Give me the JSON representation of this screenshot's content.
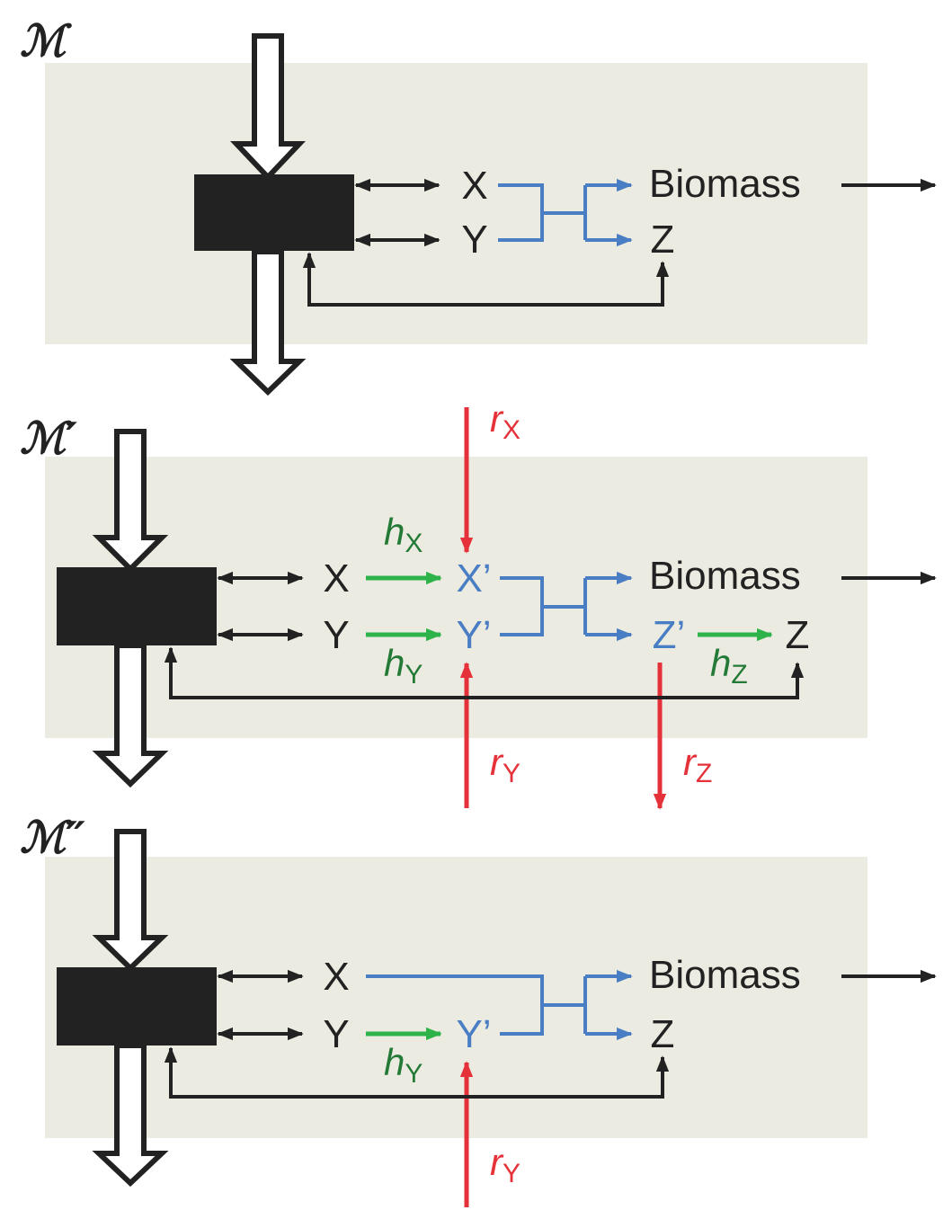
{
  "colors": {
    "panel_bg": "#ECEBE1",
    "black": "#222222",
    "blue": "#4A7EC4",
    "green": "#2DB34A",
    "green_text": "#237A36",
    "red": "#E53139"
  },
  "panels": {
    "m": {
      "title": "ℳ",
      "nodes": {
        "x": "X",
        "y": "Y",
        "biomass": "Biomass",
        "z": "Z"
      }
    },
    "m_prime": {
      "title": "ℳ′",
      "nodes": {
        "x": "X",
        "y": "Y",
        "x_prime": "X’",
        "y_prime": "Y’",
        "biomass": "Biomass",
        "z_prime": "Z’",
        "z": "Z"
      },
      "rates": {
        "h_x": {
          "symbol": "h",
          "sub": "X"
        },
        "h_y": {
          "symbol": "h",
          "sub": "Y"
        },
        "h_z": {
          "symbol": "h",
          "sub": "Z"
        },
        "r_x": {
          "symbol": "r",
          "sub": "X"
        },
        "r_y": {
          "symbol": "r",
          "sub": "Y"
        },
        "r_z": {
          "symbol": "r",
          "sub": "Z"
        }
      }
    },
    "m_double": {
      "title": "ℳ″",
      "nodes": {
        "x": "X",
        "y": "Y",
        "y_prime": "Y’",
        "biomass": "Biomass",
        "z": "Z"
      },
      "rates": {
        "h_y": {
          "symbol": "h",
          "sub": "Y"
        },
        "r_y": {
          "symbol": "r",
          "sub": "Y"
        }
      }
    }
  }
}
